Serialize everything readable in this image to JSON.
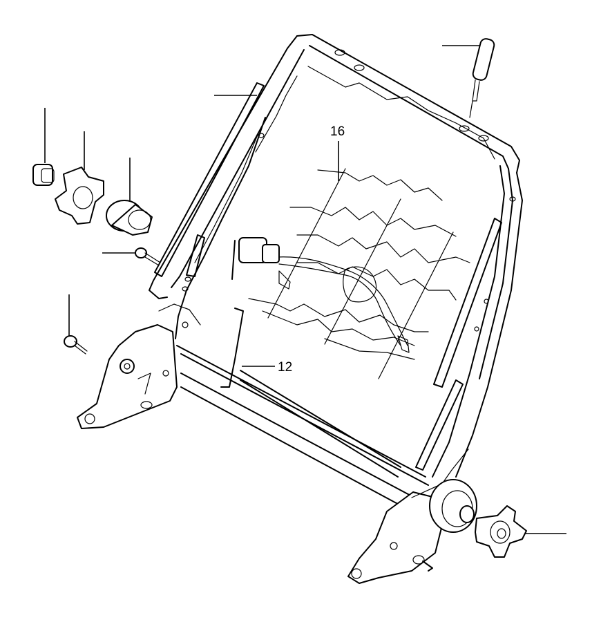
{
  "diagram": {
    "callouts": [
      {
        "id": "spring-mat",
        "label": "16"
      },
      {
        "id": "torsion-rod",
        "label": "12"
      }
    ],
    "unlabeled_leaders": [
      "cap",
      "knob-left",
      "bushing",
      "bolt-upper",
      "bolt-lower",
      "frame-side",
      "pin-top",
      "knob-right"
    ]
  }
}
